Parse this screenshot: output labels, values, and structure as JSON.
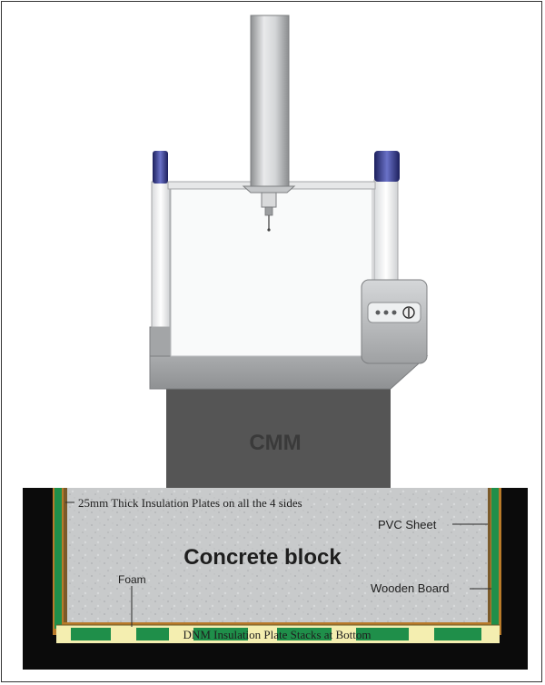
{
  "labels": {
    "cmm": "CMM",
    "concrete_block": "Concrete block",
    "insulation_plates": "25mm Thick  Insulation Plates on all the 4 sides",
    "pvc_sheet": "PVC Sheet",
    "foam": "Foam",
    "wooden_board": "Wooden Board",
    "bottom_stacks": "DNM Insulation Plate Stacks at Bottom"
  },
  "colors": {
    "border": "#333333",
    "pit": "#0b0b0b",
    "concrete": "#c9cbcc",
    "cmm_base": "#555555",
    "cmm_table": "#9a9c9e",
    "insulation_green": "#1f8f4a",
    "wood_brown": "#b87a2a",
    "foam_yellow": "#f4eeb0",
    "column_blue": "#2a2f7a"
  }
}
